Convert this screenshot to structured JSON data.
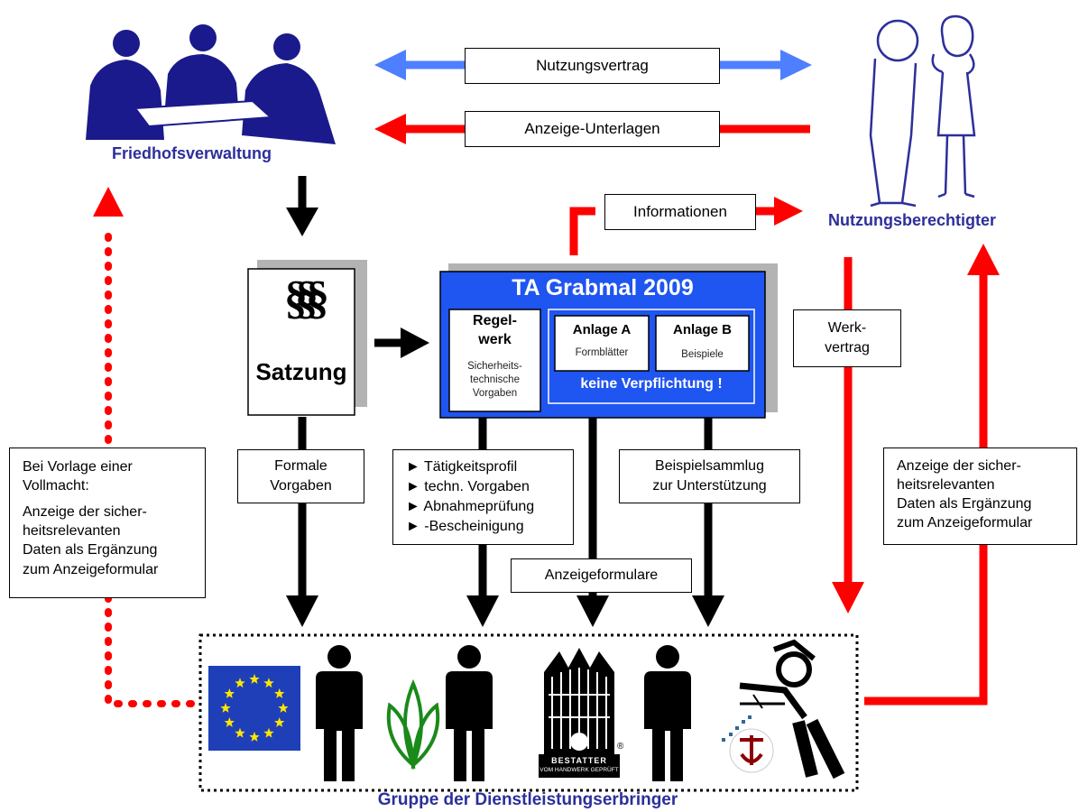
{
  "arrows": {
    "top_blue": "Nutzungsvertrag",
    "top_red": "Anzeige-Unterlagen",
    "informationen": "Informationen",
    "werkvertrag": "Werk-\nvertrag"
  },
  "parties": {
    "admin": "Friedhofsverwaltung",
    "holder": "Nutzungsberechtigter",
    "group": "Gruppe der Dienstleistungserbringer"
  },
  "satzung": {
    "symbol": "§§§",
    "label": "Satzung"
  },
  "ta": {
    "title": "TA Grabmal 2009",
    "regelwerk_title": "Regel-\nwerk",
    "regelwerk_sub": "Sicherheits-\ntechnische\nVorgaben",
    "anlage_a_title": "Anlage A",
    "anlage_a_sub": "Formblätter",
    "anlage_b_title": "Anlage B",
    "anlage_b_sub": "Beispiele",
    "no_obligation": "keine Verpflichtung !"
  },
  "middle_boxes": {
    "formale": "Formale\nVorgaben",
    "taetigkeit": [
      "Tätigkeitsprofil",
      "techn. Vorgaben",
      "Abnahmeprüfung",
      "-Bescheinigung"
    ],
    "bullet": "►",
    "beispiel": "Beispielsammlug\nzur Unterstützung",
    "anzeigeformulare": "Anzeigeformulare"
  },
  "side_notes": {
    "left_title": "Bei Vorlage einer\nVollmacht:",
    "left_body": "Anzeige der sicher-\nheitsrelevanten\nDaten als Ergänzung\nzum Anzeigeformular",
    "right_body": "Anzeige der sicher-\nheitsrelevanten\nDaten als Ergänzung\nzum Anzeigeformular"
  },
  "logos": {
    "bestatter_line1": "BESTATTER",
    "bestatter_line2": "VOM HANDWERK GEPRÜFT",
    "registered": "®"
  },
  "colors": {
    "red": "#ff0000",
    "blue_arrow": "#4d7fff",
    "ta_blue": "#1f55f0",
    "dark_blue_text": "#2c2f9a",
    "people_blue": "#1a1a8c"
  },
  "icons": [
    "meeting-people-icon",
    "couple-icon",
    "paragraph-icon",
    "eu-flag-icon",
    "person-icon",
    "leaf-logo-icon",
    "bestatter-logo-icon",
    "craftsman-icon"
  ]
}
